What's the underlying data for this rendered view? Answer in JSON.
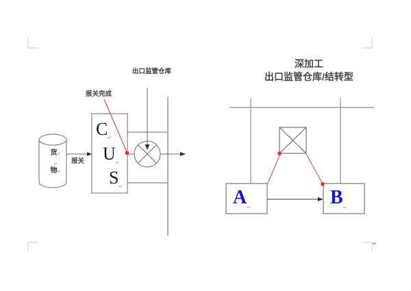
{
  "page": {
    "background_color": "#ffffff",
    "crop_mark_color": "#e2e2e2",
    "line_color": "#555555",
    "gray_line_color": "#9a9a9a",
    "red_color": "#e03030",
    "blue_color": "#1414d2",
    "text_color": "#404040"
  },
  "left_diagram": {
    "name": "export-supervised-warehouse-flow",
    "cylinder": {
      "line1": "货",
      "line2": "",
      "line3": "物",
      "pilcrow": "↵"
    },
    "arrow_label_customs": "报关",
    "customs_box": {
      "letter_c": "C",
      "letter_u": "U",
      "letter_s": "S",
      "pilcrow": "↵"
    },
    "label_declaration_complete": "报关完成",
    "label_warehouse": "出口监管仓库",
    "valve_icon": "circle-with-cross"
  },
  "right_diagram": {
    "name": "deep-processing-carry-forward",
    "title_line1": "深加工",
    "title_line2": "出口监管仓库/结转型",
    "box_a": "A",
    "box_b": "B",
    "pilcrow": "↵",
    "crossed_box_icon": "crossed-rectangle"
  },
  "crop_marks": {
    "top_left": "crop-mark-top-left",
    "top_right": "crop-mark-top-right",
    "bottom_left": "crop-mark-bottom-left",
    "bottom_right": "crop-mark-bottom-right",
    "bottom_right_pilcrow": "↵"
  }
}
